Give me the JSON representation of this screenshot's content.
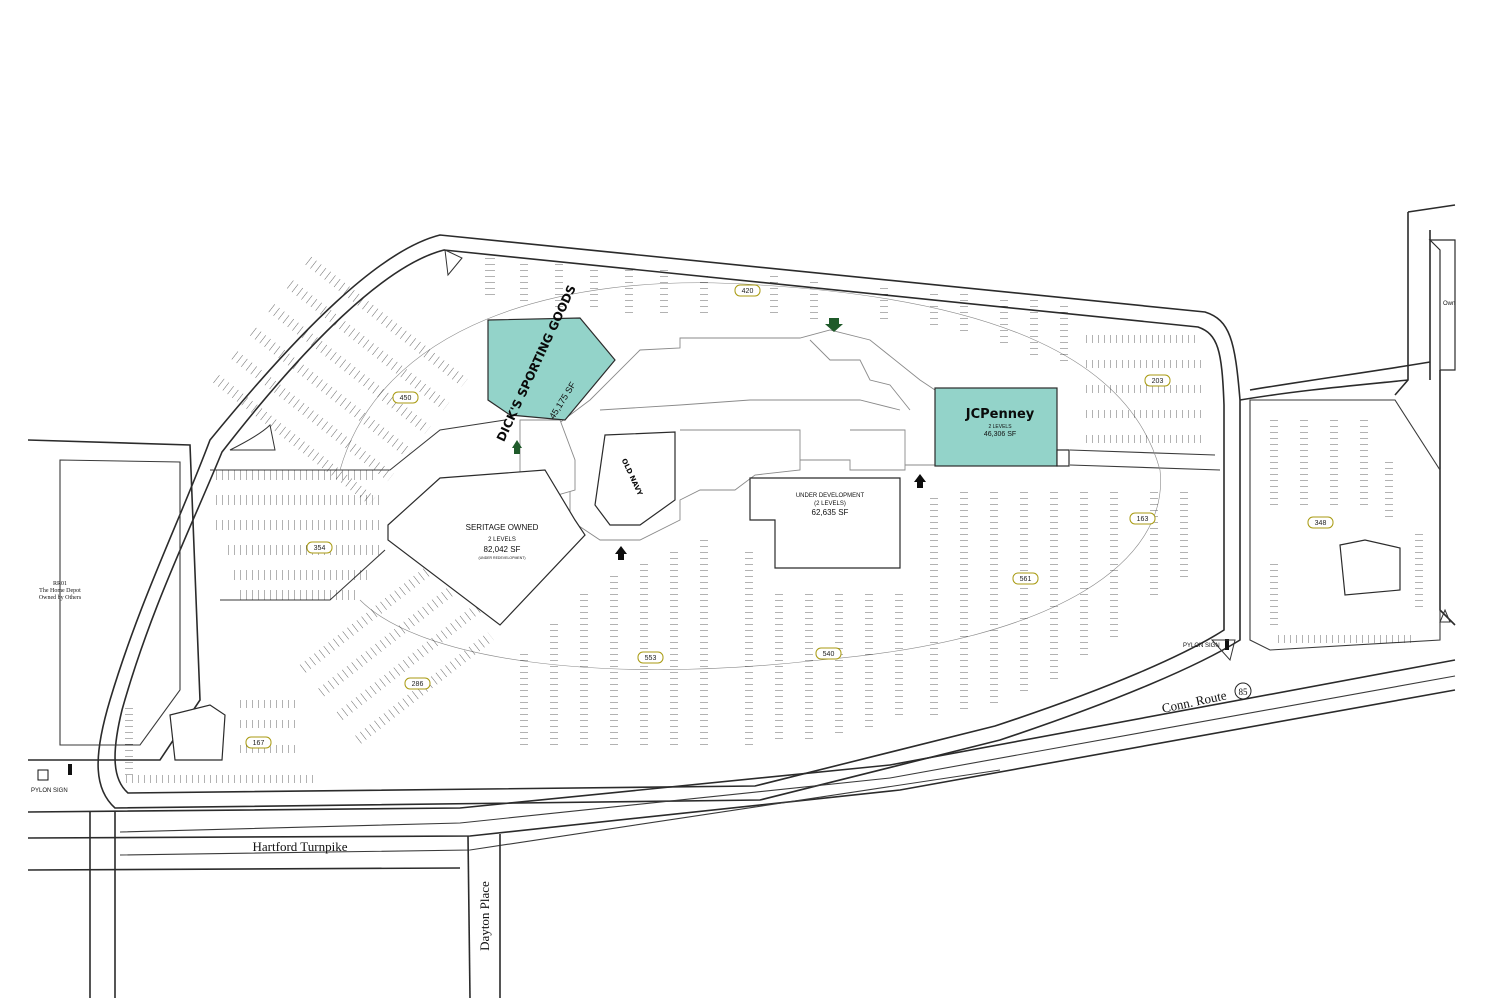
{
  "roads": {
    "hartford": "Hartford Turnpike",
    "dayton": "Dayton Place",
    "conn_route": "Conn. Route",
    "route_shield": "85"
  },
  "parcels": {
    "home_depot": {
      "line1": "RR01",
      "line2": "The Home Depot",
      "line3": "Owned by Others"
    },
    "east_edge": "Own"
  },
  "anchors": {
    "dicks": {
      "brand": "DICK'S SPORTING GOODS",
      "note": "Dick's Sporting Goods",
      "area": "45,175 SF",
      "color": "#93d3c9"
    },
    "jcpenney": {
      "brand": "JCPenney",
      "levels": "2 LEVELS",
      "area": "46,306 SF",
      "color": "#93d3c9"
    },
    "seritage": {
      "title": "SERITAGE OWNED",
      "levels": "2 LEVELS",
      "area": "82,042 SF",
      "note": "(UNDER REDEVELOPMENT)"
    },
    "under_dev": {
      "title": "UNDER DEVELOPMENT",
      "levels": "(2 LEVELS)",
      "area": "62,635 SF"
    },
    "old_navy": {
      "brand": "OLD NAVY"
    }
  },
  "parking_counts": [
    {
      "id": "p420",
      "value": "420"
    },
    {
      "id": "p450",
      "value": "450"
    },
    {
      "id": "p354",
      "value": "354"
    },
    {
      "id": "p203",
      "value": "203"
    },
    {
      "id": "p163",
      "value": "163"
    },
    {
      "id": "p348",
      "value": "348"
    },
    {
      "id": "p561",
      "value": "561"
    },
    {
      "id": "p553",
      "value": "553"
    },
    {
      "id": "p540",
      "value": "540"
    },
    {
      "id": "p286",
      "value": "286"
    },
    {
      "id": "p167",
      "value": "167"
    }
  ],
  "signs": {
    "pylon_east": "PYLON SIGN",
    "pylon_west": "PYLON SIGN"
  },
  "icons": [
    "entrance-arrow-icon",
    "pylon-sign-icon",
    "route-shield-icon"
  ]
}
